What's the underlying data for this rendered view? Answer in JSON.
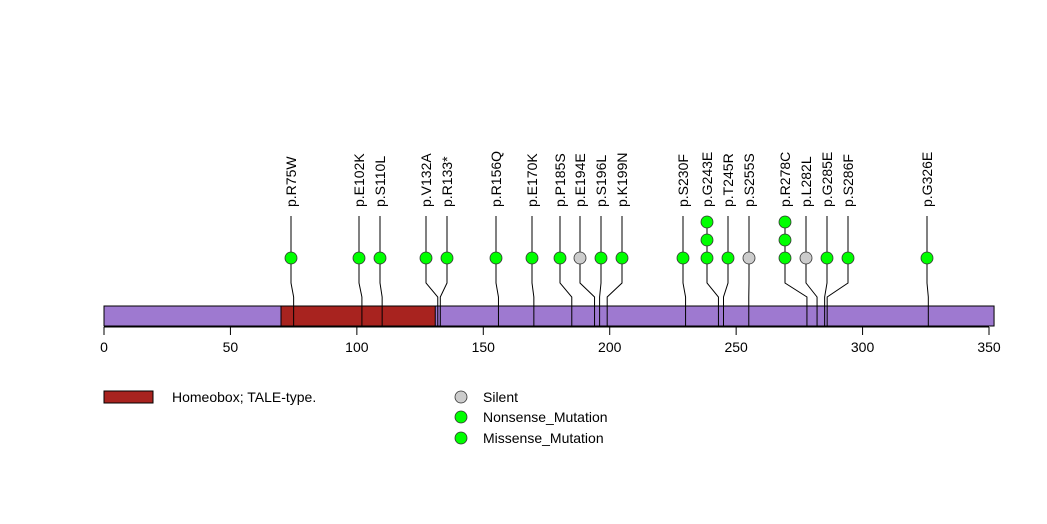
{
  "chart_data": {
    "type": "lollipop",
    "protein_length": 352,
    "xlim": [
      0,
      350
    ],
    "x_ticks": [
      0,
      50,
      100,
      150,
      200,
      250,
      300,
      350
    ],
    "domains": [
      {
        "name": "Homeobox; TALE-type.",
        "start": 70,
        "end": 131,
        "color": "#A8231F"
      }
    ],
    "backbone_color": "#9E79D0",
    "mutations": [
      {
        "label": "p.R75W",
        "pos": 75,
        "count": 1,
        "type": "Missense_Mutation"
      },
      {
        "label": "p.E102K",
        "pos": 102,
        "count": 1,
        "type": "Missense_Mutation"
      },
      {
        "label": "p.S110L",
        "pos": 110,
        "count": 1,
        "type": "Missense_Mutation"
      },
      {
        "label": "p.V132A",
        "pos": 132,
        "count": 1,
        "type": "Missense_Mutation"
      },
      {
        "label": "p.R133*",
        "pos": 133,
        "count": 1,
        "type": "Nonsense_Mutation"
      },
      {
        "label": "p.R156Q",
        "pos": 156,
        "count": 1,
        "type": "Missense_Mutation"
      },
      {
        "label": "p.E170K",
        "pos": 170,
        "count": 1,
        "type": "Missense_Mutation"
      },
      {
        "label": "p.P185S",
        "pos": 185,
        "count": 1,
        "type": "Missense_Mutation"
      },
      {
        "label": "p.E194E",
        "pos": 194,
        "count": 1,
        "type": "Silent"
      },
      {
        "label": "p.S196L",
        "pos": 196,
        "count": 1,
        "type": "Missense_Mutation"
      },
      {
        "label": "p.K199N",
        "pos": 199,
        "count": 1,
        "type": "Missense_Mutation"
      },
      {
        "label": "p.S230F",
        "pos": 230,
        "count": 1,
        "type": "Missense_Mutation"
      },
      {
        "label": "p.G243E",
        "pos": 243,
        "count": 3,
        "type": "Missense_Mutation"
      },
      {
        "label": "p.T245R",
        "pos": 245,
        "count": 1,
        "type": "Missense_Mutation"
      },
      {
        "label": "p.S255S",
        "pos": 255,
        "count": 1,
        "type": "Silent"
      },
      {
        "label": "p.R278C",
        "pos": 278,
        "count": 3,
        "type": "Missense_Mutation"
      },
      {
        "label": "p.L282L",
        "pos": 282,
        "count": 1,
        "type": "Silent"
      },
      {
        "label": "p.G285E",
        "pos": 285,
        "count": 1,
        "type": "Missense_Mutation"
      },
      {
        "label": "p.S286F",
        "pos": 286,
        "count": 1,
        "type": "Missense_Mutation"
      },
      {
        "label": "p.G326E",
        "pos": 326,
        "count": 1,
        "type": "Missense_Mutation"
      }
    ],
    "legend": {
      "domain_entries": [
        "Homeobox; TALE-type."
      ],
      "mutation_entries": [
        {
          "name": "Silent",
          "color": "#CCCCCC"
        },
        {
          "name": "Nonsense_Mutation",
          "color": "#00FF00"
        },
        {
          "name": "Missense_Mutation",
          "color": "#00FF00"
        }
      ]
    }
  }
}
